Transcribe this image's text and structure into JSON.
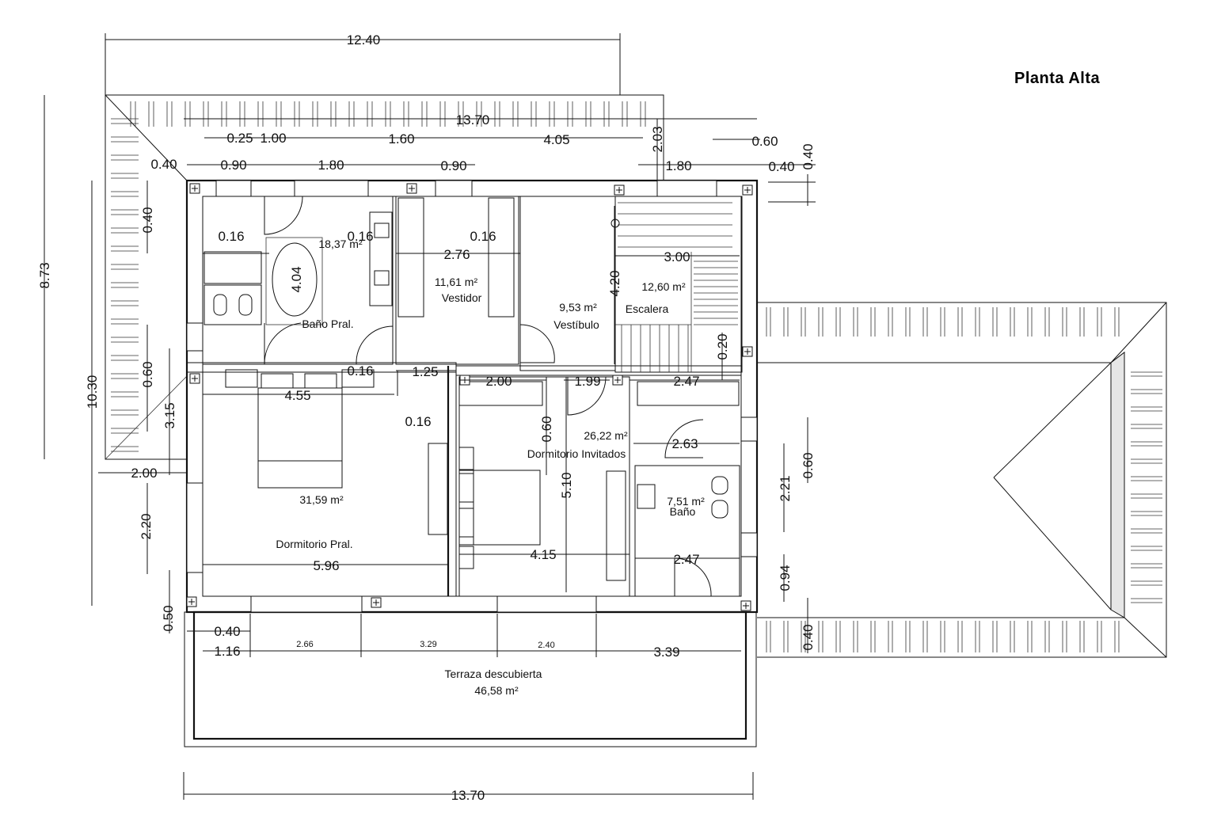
{
  "title": "Planta Alta",
  "rooms": {
    "bano_pral": {
      "name": "Baño Pral.",
      "area": "18,37 m²"
    },
    "vestidor": {
      "name": "Vestidor",
      "area": "11,61 m²"
    },
    "vestibulo": {
      "name": "Vestíbulo",
      "area": "9,53 m²"
    },
    "escalera": {
      "name": "Escalera",
      "area": "12,60 m²"
    },
    "dormitorio_invitados": {
      "name": "Dormitorio Invitados",
      "area": "26,22 m²"
    },
    "dormitorio_pral": {
      "name": "Dormitorio Pral.",
      "area": "31,59 m²"
    },
    "bano": {
      "name": "Baño",
      "area": "7,51 m²"
    },
    "terraza": {
      "name": "Terraza descubierta",
      "area": "46,58 m²"
    }
  },
  "dimensions": {
    "top_overall": "12.40",
    "top_inner": "13.70",
    "bottom_overall": "13.70",
    "left_8_73": "8.73",
    "left_10_30": "10.30",
    "d_0_25": "0.25",
    "d_1_00": "1.00",
    "d_1_60": "1.60",
    "d_4_05": "4.05",
    "d_2_03": "2.03",
    "d_0_60_top": "0.60",
    "d_0_40_a": "0.40",
    "d_0_90_a": "0.90",
    "d_1_80_a": "1.80",
    "d_0_90_b": "0.90",
    "d_1_80_b": "1.80",
    "d_0_40_b": "0.40",
    "d_0_40_c": "0.40",
    "d_0_40_left": "0.40",
    "d_0_16_a": "0.16",
    "d_0_16_b": "0.16",
    "d_0_16_c": "0.16",
    "d_0_16_d": "0.16",
    "d_0_16_e": "0.16",
    "d_2_76": "2.76",
    "d_3_00": "3.00",
    "d_4_04": "4.04",
    "d_4_20": "4.20",
    "d_0_20": "0.20",
    "d_0_60_left": "0.60",
    "d_3_15": "3.15",
    "d_1_25": "1.25",
    "d_2_00_a": "2.00",
    "d_1_99": "1.99",
    "d_2_47_a": "2.47",
    "d_4_55": "4.55",
    "d_0_60_mid": "0.60",
    "d_2_63": "2.63",
    "d_0_60_right": "0.60",
    "d_2_21": "2.21",
    "d_2_00_b": "2.00",
    "d_2_20": "2.20",
    "d_5_10": "5.10",
    "d_4_15": "4.15",
    "d_2_47_b": "2.47",
    "d_5_96": "5.96",
    "d_0_94": "0.94",
    "d_0_50": "0.50",
    "d_0_40_d": "0.40",
    "d_1_16": "1.16",
    "d_2_66": "2.66",
    "d_3_29": "3.29",
    "d_2_40": "2.40",
    "d_3_39": "3.39",
    "d_0_40_e": "0.40"
  }
}
